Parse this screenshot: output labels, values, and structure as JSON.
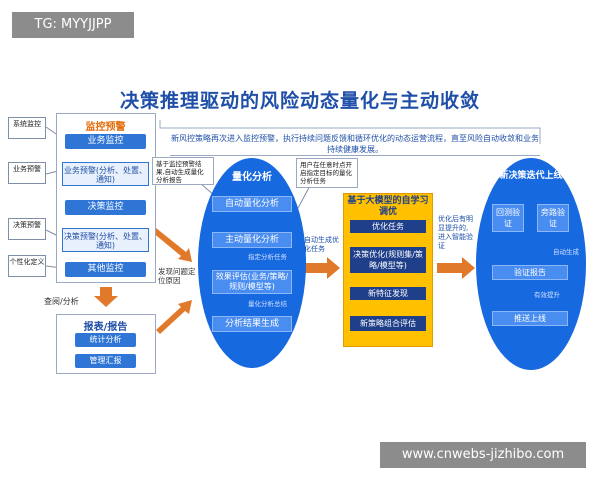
{
  "watermark_top": "TG: MYYJJPP",
  "watermark_bottom": "www.cnwebs-jizhibo.com",
  "title": "决策推理驱动的风险动态量化与主动收敛",
  "banner_text": "新风控策略再次进入监控预警，执行持续问题反馈和循环优化的动态运营流程，直至风险自动收敛和业务持续健康发展。",
  "side_labels": [
    "系统监控",
    "业务预警",
    "决策预警",
    "个性化定义"
  ],
  "monitor": {
    "title": "监控预警",
    "items": [
      "业务监控",
      "业务预警(分析、处置、通知)",
      "决策监控",
      "决策预警(分析、处置、通知)",
      "其他监控"
    ]
  },
  "query_label": "查阅/分析",
  "report": {
    "title": "报表/报告",
    "items": [
      "统计分析",
      "管理汇报"
    ]
  },
  "discover_label": "发现问题定位原因",
  "note1": "基于监控预警结果,自动生成量化分析报告",
  "note2": "用户在任意时点开启指定目标的量化分析任务",
  "quant": {
    "title": "量化分析",
    "items": [
      "自动量化分析",
      "主动量化分析",
      "效果评估(业务/策略/规则/模型等)",
      "分析结果生成"
    ],
    "sub1": "指定分析任务",
    "sub2": "量化分析总结"
  },
  "auto_opt_label": "自动生成优化任务",
  "self_learn": {
    "title": "基于大模型的自学习调优",
    "items": [
      "优化任务",
      "决策优化(规则集/策略/模型等)",
      "新特征发现",
      "新策略组合评估"
    ]
  },
  "right_label": "优化后有明显提升的,进入智能验证",
  "deploy": {
    "title": "新决策迭代上线",
    "backtest": "回测验证",
    "sidepath": "旁路验证",
    "auto_gen": "自动生成",
    "verify_report": "验证报告",
    "effective_label": "有效提升",
    "push_online": "推送上线"
  }
}
